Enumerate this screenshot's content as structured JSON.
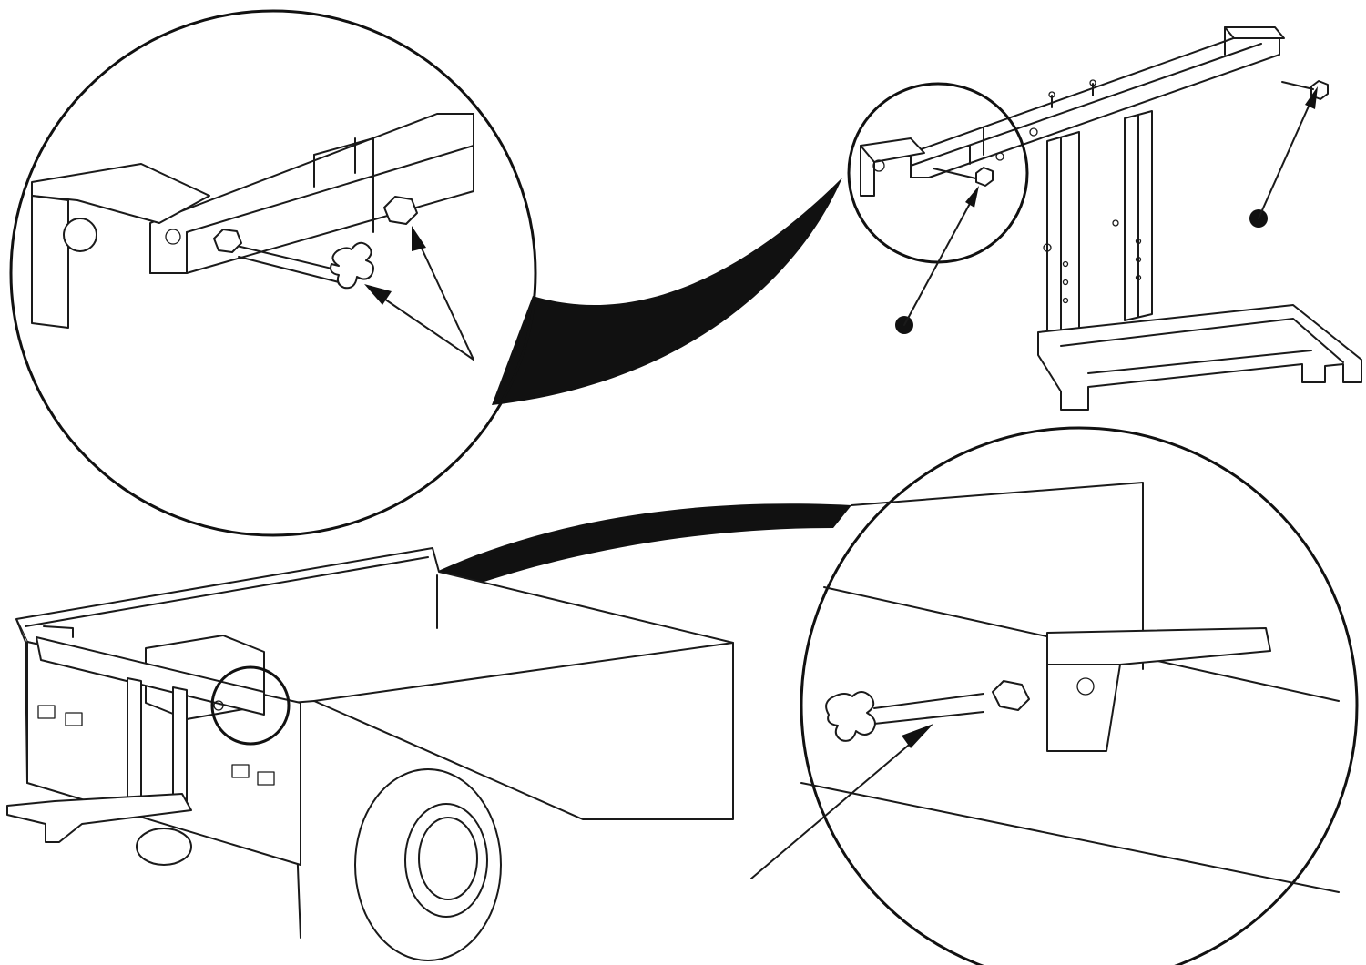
{
  "figure": {
    "type": "assembly-illustration",
    "colors": {
      "ink": "#111111",
      "paper": "#ffffff"
    },
    "parts": [
      {
        "name": "rack-frame",
        "icon": "rack-frame-icon"
      },
      {
        "name": "star-knob-bolt",
        "icon": "star-knob-icon"
      },
      {
        "name": "hex-nut",
        "icon": "hex-nut-icon"
      },
      {
        "name": "utility-cart",
        "icon": "cart-icon"
      }
    ],
    "callouts": [
      {
        "name": "top-left-zoom",
        "points_to": [
          "star-knob-bolt",
          "hex-nut"
        ]
      },
      {
        "name": "bottom-right-zoom",
        "points_to": [
          "star-knob-bolt"
        ]
      }
    ],
    "labels": []
  }
}
